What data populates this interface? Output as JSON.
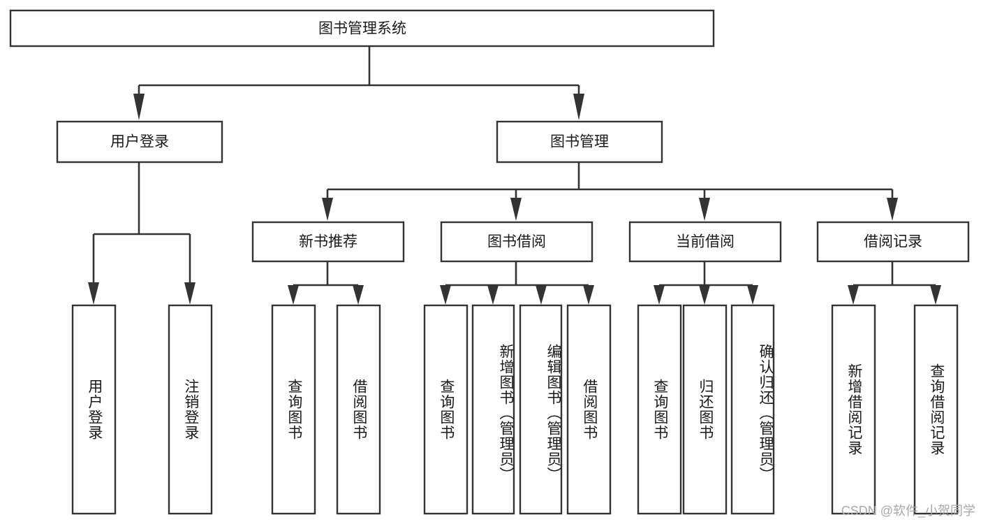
{
  "diagram": {
    "type": "tree-hierarchy",
    "title": "图书管理系统",
    "watermark": "CSDN @软件_小贺同学",
    "colors": {
      "box_stroke": "#333333",
      "box_fill": "#ffffff",
      "text": "#1a1a1a",
      "connector": "#333333",
      "watermark": "#a8a8a8",
      "background": "#ffffff"
    },
    "levels": {
      "root": {
        "label": "图书管理系统",
        "orientation": "horizontal"
      },
      "level2": [
        {
          "id": "user-login",
          "label": "用户登录",
          "orientation": "horizontal"
        },
        {
          "id": "book-manage",
          "label": "图书管理",
          "orientation": "horizontal"
        }
      ],
      "level3": [
        {
          "id": "new-book-recommend",
          "label": "新书推荐",
          "orientation": "horizontal",
          "parent": "book-manage"
        },
        {
          "id": "book-borrow",
          "label": "图书借阅",
          "orientation": "horizontal",
          "parent": "book-manage"
        },
        {
          "id": "current-borrow",
          "label": "当前借阅",
          "orientation": "horizontal",
          "parent": "book-manage"
        },
        {
          "id": "borrow-record",
          "label": "借阅记录",
          "orientation": "horizontal",
          "parent": "book-manage"
        }
      ],
      "leaves": [
        {
          "id": "leaf-user-login",
          "label": "用户登录",
          "orientation": "vertical",
          "parent": "user-login"
        },
        {
          "id": "leaf-user-logout",
          "label": "注销登录",
          "orientation": "vertical",
          "parent": "user-login"
        },
        {
          "id": "leaf-query-book-1",
          "label": "查询图书",
          "orientation": "vertical",
          "parent": "new-book-recommend"
        },
        {
          "id": "leaf-borrow-book-1",
          "label": "借阅图书",
          "orientation": "vertical",
          "parent": "new-book-recommend"
        },
        {
          "id": "leaf-query-book-2",
          "label": "查询图书",
          "orientation": "vertical",
          "parent": "book-borrow"
        },
        {
          "id": "leaf-add-book",
          "label": "新增图书（管理员）",
          "orientation": "vertical",
          "parent": "book-borrow"
        },
        {
          "id": "leaf-edit-book",
          "label": "编辑图书（管理员）",
          "orientation": "vertical",
          "parent": "book-borrow"
        },
        {
          "id": "leaf-borrow-book-2",
          "label": "借阅图书",
          "orientation": "vertical",
          "parent": "book-borrow"
        },
        {
          "id": "leaf-query-book-3",
          "label": "查询图书",
          "orientation": "vertical",
          "parent": "current-borrow"
        },
        {
          "id": "leaf-return-book",
          "label": "归还图书",
          "orientation": "vertical",
          "parent": "current-borrow"
        },
        {
          "id": "leaf-confirm-return",
          "label": "确认归还（管理员）",
          "orientation": "vertical",
          "parent": "current-borrow"
        },
        {
          "id": "leaf-add-record",
          "label": "新增借阅记录",
          "orientation": "vertical",
          "parent": "borrow-record"
        },
        {
          "id": "leaf-query-record",
          "label": "查询借阅记录",
          "orientation": "vertical",
          "parent": "borrow-record"
        }
      ]
    }
  }
}
